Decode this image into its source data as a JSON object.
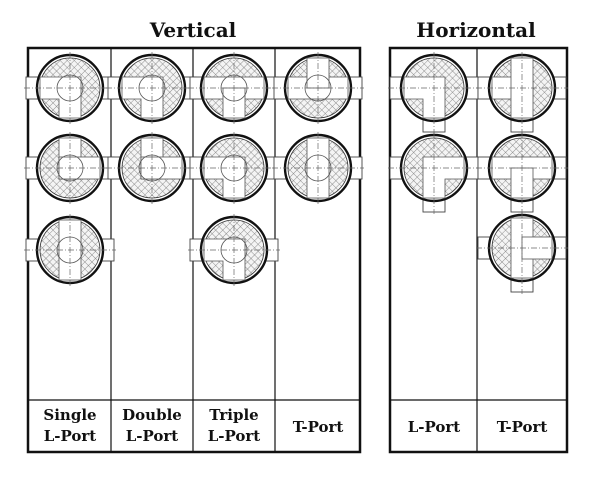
{
  "groups": {
    "vertical": {
      "title": "Vertical",
      "columns": [
        {
          "label_line1": "Single",
          "label_line2": "L-Port",
          "valves": [
            "single-l-1",
            "single-l-2",
            "single-l-3"
          ]
        },
        {
          "label_line1": "Double",
          "label_line2": "L-Port",
          "valves": [
            "double-l-1",
            "double-l-2"
          ]
        },
        {
          "label_line1": "Triple",
          "label_line2": "L-Port",
          "valves": [
            "triple-l-1",
            "triple-l-2",
            "triple-l-3"
          ]
        },
        {
          "label_line1": "T-Port",
          "label_line2": "",
          "valves": [
            "t-1",
            "t-2"
          ]
        }
      ]
    },
    "horizontal": {
      "title": "Horizontal",
      "columns": [
        {
          "label_line1": "L-Port",
          "label_line2": "",
          "valves": [
            "h-l-1",
            "h-l-2"
          ]
        },
        {
          "label_line1": "T-Port",
          "label_line2": "",
          "valves": [
            "h-t-1",
            "h-t-2",
            "h-t-3"
          ]
        }
      ]
    }
  }
}
